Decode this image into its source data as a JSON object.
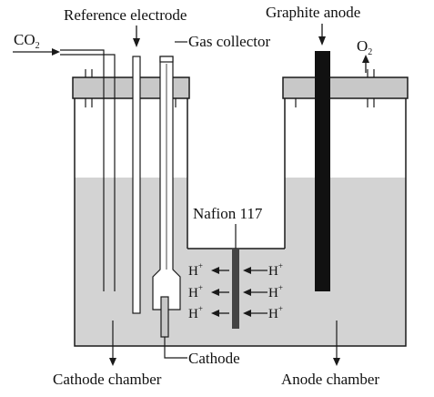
{
  "labels": {
    "reference_electrode": "Reference electrode",
    "graphite_anode": "Graphite anode",
    "co2_main": "CO",
    "co2_sub": "2",
    "gas_collector": "Gas collector",
    "o2_main": "O",
    "o2_sub": "2",
    "nafion": "Nafion 117",
    "cathode": "Cathode",
    "cathode_chamber": "Cathode chamber",
    "anode_chamber": "Anode chamber"
  },
  "ions": {
    "left_main": "H",
    "left_sup": "+",
    "right_main": "H",
    "right_sup": "+"
  },
  "colors": {
    "electrolyte": "#d3d3d3",
    "lid": "#c8c8c8",
    "outline": "#1a1a1a",
    "anode_rod": "#111111",
    "membrane": "#444444"
  }
}
